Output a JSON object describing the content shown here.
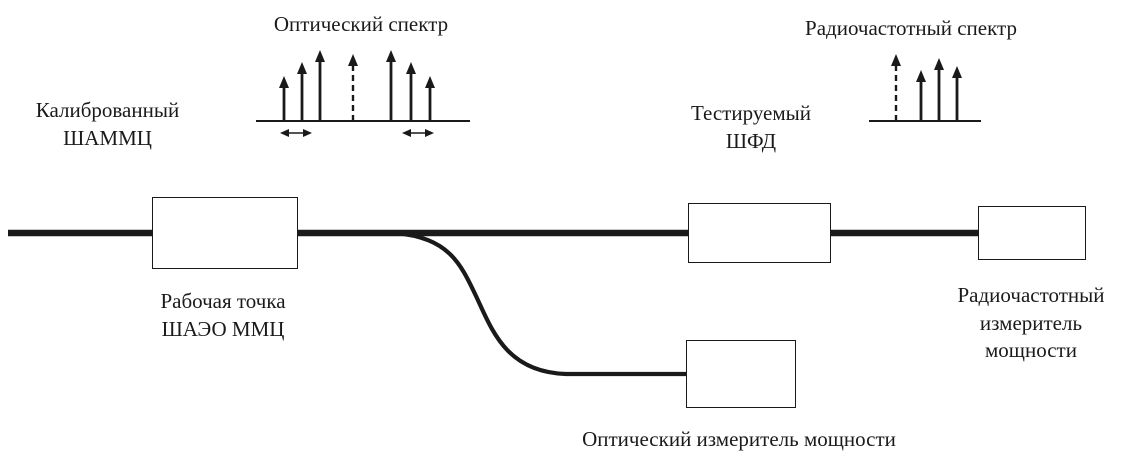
{
  "diagram": {
    "spectra": {
      "optical_title": "Оптический спектр",
      "rf_title": "Радиочастотный спектр"
    },
    "labels": {
      "calibrated_mzm": "Калиброванный\nШАММЦ",
      "tested_pd": "Тестируемый\nШФД",
      "working_point": "Рабочая точка\nШАЭО ММЦ",
      "rf_power_meter": "Радиочастотный\nизмеритель\nмощности",
      "optical_power_meter": "Оптический измеритель мощности"
    },
    "colors": {
      "stroke": "#1a1a1a",
      "background": "#ffffff"
    }
  }
}
